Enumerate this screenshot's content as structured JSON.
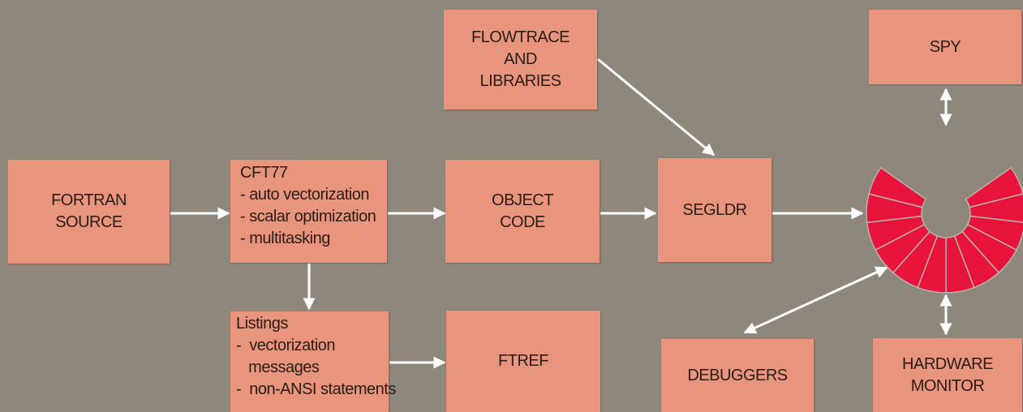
{
  "boxes": {
    "flowtrace": "FLOWTRACE\nAND\nLIBRARIES",
    "spy": "SPY",
    "fortran": "FORTRAN\nSOURCE",
    "cft77": {
      "title": "CFT77",
      "items": [
        "- auto vectorization",
        "- scalar optimization",
        "- multitasking"
      ]
    },
    "object_code": "OBJECT\nCODE",
    "segldr": "SEGLDR",
    "listings": {
      "title": "Listings",
      "items": [
        "-  vectorization",
        "   messages",
        "-  non-ANSI statements"
      ]
    },
    "ftref": "FTREF",
    "debuggers": "DEBUGGERS",
    "hardware_monitor": "HARDWARE\nMONITOR"
  },
  "colors": {
    "background": "#8f877b",
    "box": "#e9957e",
    "arrow": "#ffffff",
    "logo": "#e8143c"
  },
  "logo": {
    "icon": "cray-c-logo"
  }
}
